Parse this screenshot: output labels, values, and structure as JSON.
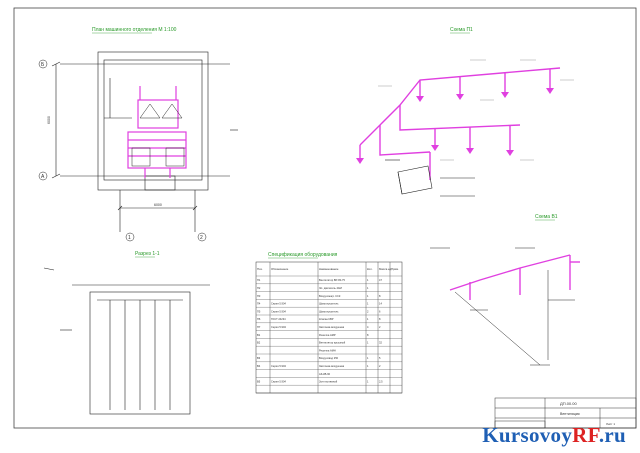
{
  "titles": {
    "plan": "План машинного отделения М 1:100",
    "scheme_p1": "Схема П1",
    "scheme_v1": "Схема В1",
    "section": "Разрез 1-1",
    "spec": "Спецификация оборудования"
  },
  "axes": {
    "row_top": "Б",
    "row_bottom": "А",
    "col_left": "1",
    "col_right": "2",
    "dim_vertical": "6000",
    "dim_horizontal": "6000"
  },
  "spec": {
    "headers": [
      "Поз.",
      "Обозначение",
      "Наименование",
      "Кол.",
      "Масса ед.",
      "Прим."
    ],
    "rows": [
      [
        "П1",
        "",
        "Вентилятор ВР-80-75",
        "1",
        "47",
        ""
      ],
      [
        "П2",
        "",
        "Эл. двигатель 4АМ",
        "1",
        "",
        ""
      ],
      [
        "П3",
        "",
        "Воздухонагр. КСК",
        "1",
        "8",
        ""
      ],
      [
        "П4",
        "Серия 5.904",
        "Шумоглушитель",
        "1",
        "14",
        ""
      ],
      [
        "П5",
        "Серия 5.904",
        "Шумоглушитель",
        "2",
        "6",
        ""
      ],
      [
        "П6",
        "ГОСТ 24234",
        "Клапан КВР",
        "1",
        "8",
        ""
      ],
      [
        "П7",
        "Серия 5.904",
        "Заслонка воздушная",
        "4",
        "2",
        ""
      ],
      [
        "В1",
        "",
        "Решетка АМР",
        "8",
        "",
        ""
      ],
      [
        "В2",
        "",
        "Вентилятор крышный",
        "1",
        "32",
        ""
      ],
      [
        "",
        "",
        "Решетка АМН",
        "",
        "",
        ""
      ],
      [
        "В3",
        "",
        "Воздуховод 250",
        "1",
        "5",
        ""
      ],
      [
        "В4",
        "Серия 5.904",
        "Заслонка воздушная",
        "1",
        "2",
        ""
      ],
      [
        "",
        "",
        "АЗ-КВ-60",
        "",
        "",
        ""
      ],
      [
        "В5",
        "Серия 5.904",
        "Зонт вытяжной",
        "1",
        "2,5",
        ""
      ],
      [
        "",
        "",
        "",
        "",
        "",
        ""
      ]
    ]
  },
  "title_block": {
    "code": "ДП.00.00",
    "stage": "Вентиляция",
    "sheet": "Лист 1"
  },
  "watermark": {
    "main": "Kursovoy",
    "accent": "RF",
    "suffix": ".ru"
  },
  "colors": {
    "duct": "#e040e0",
    "line": "#222222",
    "label": "#2a9a2a"
  }
}
